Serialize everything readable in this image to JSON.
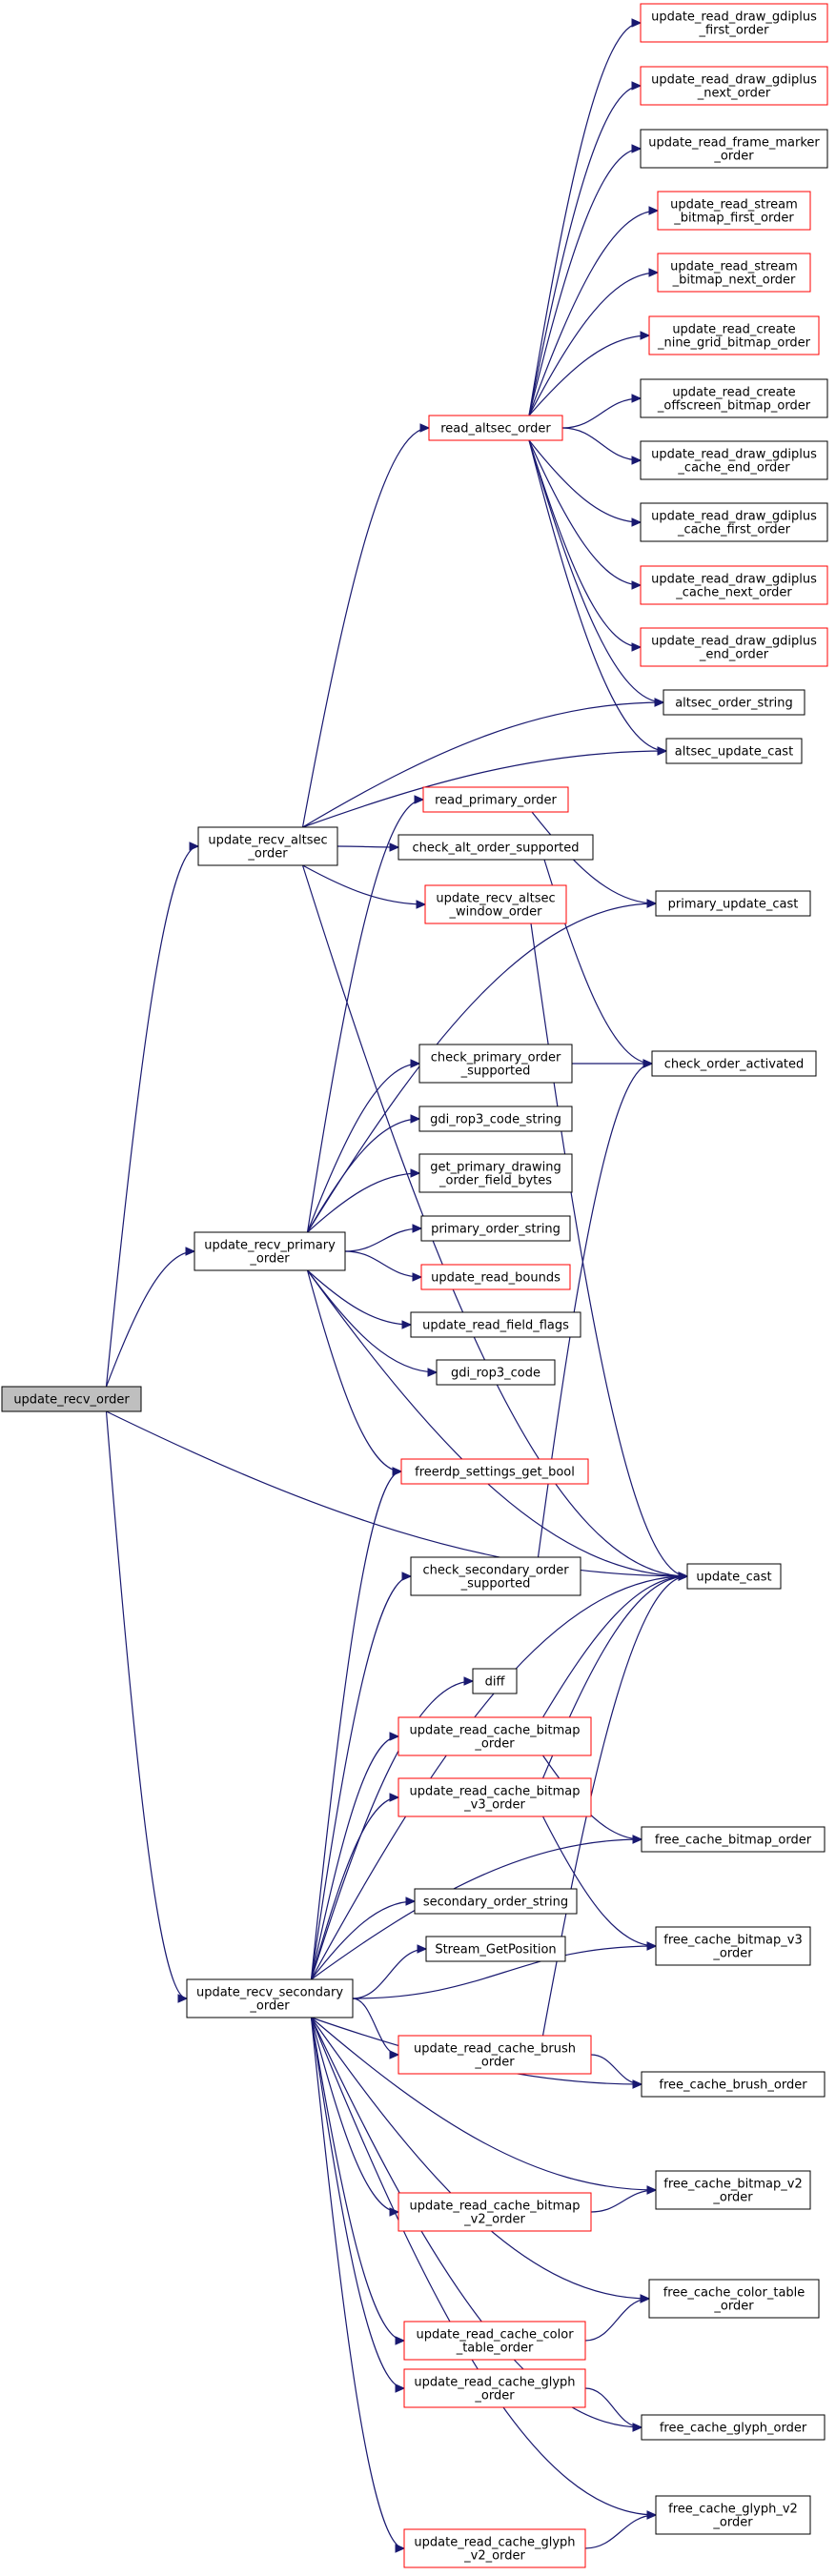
{
  "nodes": [
    {
      "id": "update_recv_order",
      "lines": [
        "update_recv_order"
      ],
      "style": "root"
    },
    {
      "id": "update_recv_altsec_order",
      "lines": [
        "update_recv_altsec",
        "_order"
      ],
      "style": "black"
    },
    {
      "id": "update_recv_primary_order",
      "lines": [
        "update_recv_primary",
        "_order"
      ],
      "style": "black"
    },
    {
      "id": "update_recv_secondary_order",
      "lines": [
        "update_recv_secondary",
        "_order"
      ],
      "style": "black"
    },
    {
      "id": "read_altsec_order",
      "lines": [
        "read_altsec_order"
      ],
      "style": "red"
    },
    {
      "id": "update_read_draw_gdiplus_first_order",
      "lines": [
        "update_read_draw_gdiplus",
        "_first_order"
      ],
      "style": "red"
    },
    {
      "id": "update_read_draw_gdiplus_next_order",
      "lines": [
        "update_read_draw_gdiplus",
        "_next_order"
      ],
      "style": "red"
    },
    {
      "id": "update_read_frame_marker_order",
      "lines": [
        "update_read_frame_marker",
        "_order"
      ],
      "style": "black"
    },
    {
      "id": "update_read_stream_bitmap_first_order",
      "lines": [
        "update_read_stream",
        "_bitmap_first_order"
      ],
      "style": "red"
    },
    {
      "id": "update_read_stream_bitmap_next_order",
      "lines": [
        "update_read_stream",
        "_bitmap_next_order"
      ],
      "style": "red"
    },
    {
      "id": "update_read_create_nine_grid_bitmap_order",
      "lines": [
        "update_read_create",
        "_nine_grid_bitmap_order"
      ],
      "style": "red"
    },
    {
      "id": "update_read_create_offscreen_bitmap_order",
      "lines": [
        "update_read_create",
        "_offscreen_bitmap_order"
      ],
      "style": "black"
    },
    {
      "id": "update_read_draw_gdiplus_cache_end_order",
      "lines": [
        "update_read_draw_gdiplus",
        "_cache_end_order"
      ],
      "style": "black"
    },
    {
      "id": "update_read_draw_gdiplus_cache_first_order",
      "lines": [
        "update_read_draw_gdiplus",
        "_cache_first_order"
      ],
      "style": "black"
    },
    {
      "id": "update_read_draw_gdiplus_cache_next_order",
      "lines": [
        "update_read_draw_gdiplus",
        "_cache_next_order"
      ],
      "style": "red"
    },
    {
      "id": "update_read_draw_gdiplus_end_order",
      "lines": [
        "update_read_draw_gdiplus",
        "_end_order"
      ],
      "style": "red"
    },
    {
      "id": "altsec_order_string",
      "lines": [
        "altsec_order_string"
      ],
      "style": "black"
    },
    {
      "id": "altsec_update_cast",
      "lines": [
        "altsec_update_cast"
      ],
      "style": "black"
    },
    {
      "id": "read_primary_order",
      "lines": [
        "read_primary_order"
      ],
      "style": "red"
    },
    {
      "id": "check_alt_order_supported",
      "lines": [
        "check_alt_order_supported"
      ],
      "style": "black"
    },
    {
      "id": "update_recv_altsec_window_order",
      "lines": [
        "update_recv_altsec",
        "_window_order"
      ],
      "style": "red"
    },
    {
      "id": "primary_update_cast",
      "lines": [
        "primary_update_cast"
      ],
      "style": "black"
    },
    {
      "id": "check_primary_order_supported",
      "lines": [
        "check_primary_order",
        "_supported"
      ],
      "style": "black"
    },
    {
      "id": "check_order_activated",
      "lines": [
        "check_order_activated"
      ],
      "style": "black"
    },
    {
      "id": "gdi_rop3_code_string",
      "lines": [
        "gdi_rop3_code_string"
      ],
      "style": "black"
    },
    {
      "id": "get_primary_drawing_order_field_bytes",
      "lines": [
        "get_primary_drawing",
        "_order_field_bytes"
      ],
      "style": "black"
    },
    {
      "id": "primary_order_string",
      "lines": [
        "primary_order_string"
      ],
      "style": "black"
    },
    {
      "id": "update_read_bounds",
      "lines": [
        "update_read_bounds"
      ],
      "style": "red"
    },
    {
      "id": "update_read_field_flags",
      "lines": [
        "update_read_field_flags"
      ],
      "style": "black"
    },
    {
      "id": "gdi_rop3_code",
      "lines": [
        "gdi_rop3_code"
      ],
      "style": "black"
    },
    {
      "id": "freerdp_settings_get_bool",
      "lines": [
        "freerdp_settings_get_bool"
      ],
      "style": "red"
    },
    {
      "id": "check_secondary_order_supported",
      "lines": [
        "check_secondary_order",
        "_supported"
      ],
      "style": "black"
    },
    {
      "id": "update_cast",
      "lines": [
        "update_cast"
      ],
      "style": "black"
    },
    {
      "id": "diff",
      "lines": [
        "diff"
      ],
      "style": "black"
    },
    {
      "id": "update_read_cache_bitmap_order",
      "lines": [
        "update_read_cache_bitmap",
        "_order"
      ],
      "style": "red"
    },
    {
      "id": "update_read_cache_bitmap_v3_order",
      "lines": [
        "update_read_cache_bitmap",
        "_v3_order"
      ],
      "style": "red"
    },
    {
      "id": "free_cache_bitmap_order",
      "lines": [
        "free_cache_bitmap_order"
      ],
      "style": "black"
    },
    {
      "id": "secondary_order_string",
      "lines": [
        "secondary_order_string"
      ],
      "style": "black"
    },
    {
      "id": "Stream_GetPosition",
      "lines": [
        "Stream_GetPosition"
      ],
      "style": "black"
    },
    {
      "id": "free_cache_bitmap_v3_order",
      "lines": [
        "free_cache_bitmap_v3",
        "_order"
      ],
      "style": "black"
    },
    {
      "id": "update_read_cache_brush_order",
      "lines": [
        "update_read_cache_brush",
        "_order"
      ],
      "style": "red"
    },
    {
      "id": "free_cache_brush_order",
      "lines": [
        "free_cache_brush_order"
      ],
      "style": "black"
    },
    {
      "id": "update_read_cache_bitmap_v2_order",
      "lines": [
        "update_read_cache_bitmap",
        "_v2_order"
      ],
      "style": "red"
    },
    {
      "id": "free_cache_bitmap_v2_order",
      "lines": [
        "free_cache_bitmap_v2",
        "_order"
      ],
      "style": "black"
    },
    {
      "id": "update_read_cache_color_table_order",
      "lines": [
        "update_read_cache_color",
        "_table_order"
      ],
      "style": "red"
    },
    {
      "id": "free_cache_color_table_order",
      "lines": [
        "free_cache_color_table",
        "_order"
      ],
      "style": "black"
    },
    {
      "id": "update_read_cache_glyph_order",
      "lines": [
        "update_read_cache_glyph",
        "_order"
      ],
      "style": "red"
    },
    {
      "id": "free_cache_glyph_order",
      "lines": [
        "free_cache_glyph_order"
      ],
      "style": "black"
    },
    {
      "id": "free_cache_glyph_v2_order",
      "lines": [
        "free_cache_glyph_v2",
        "_order"
      ],
      "style": "black"
    },
    {
      "id": "update_read_cache_glyph_v2_order",
      "lines": [
        "update_read_cache_glyph",
        "_v2_order"
      ],
      "style": "red"
    }
  ],
  "edges": [
    [
      "update_recv_order",
      "update_recv_altsec_order"
    ],
    [
      "update_recv_order",
      "update_recv_primary_order"
    ],
    [
      "update_recv_order",
      "update_recv_secondary_order"
    ],
    [
      "update_recv_order",
      "update_cast"
    ],
    [
      "update_recv_altsec_order",
      "read_altsec_order"
    ],
    [
      "update_recv_altsec_order",
      "altsec_order_string"
    ],
    [
      "update_recv_altsec_order",
      "altsec_update_cast"
    ],
    [
      "update_recv_altsec_order",
      "check_alt_order_supported"
    ],
    [
      "update_recv_altsec_order",
      "update_recv_altsec_window_order"
    ],
    [
      "update_recv_altsec_order",
      "update_cast"
    ],
    [
      "read_altsec_order",
      "update_read_draw_gdiplus_first_order"
    ],
    [
      "read_altsec_order",
      "update_read_draw_gdiplus_next_order"
    ],
    [
      "read_altsec_order",
      "update_read_frame_marker_order"
    ],
    [
      "read_altsec_order",
      "update_read_stream_bitmap_first_order"
    ],
    [
      "read_altsec_order",
      "update_read_stream_bitmap_next_order"
    ],
    [
      "read_altsec_order",
      "update_read_create_nine_grid_bitmap_order"
    ],
    [
      "read_altsec_order",
      "update_read_create_offscreen_bitmap_order"
    ],
    [
      "read_altsec_order",
      "update_read_draw_gdiplus_cache_end_order"
    ],
    [
      "read_altsec_order",
      "update_read_draw_gdiplus_cache_first_order"
    ],
    [
      "read_altsec_order",
      "update_read_draw_gdiplus_cache_next_order"
    ],
    [
      "read_altsec_order",
      "update_read_draw_gdiplus_end_order"
    ],
    [
      "read_altsec_order",
      "altsec_order_string"
    ],
    [
      "read_altsec_order",
      "altsec_update_cast"
    ],
    [
      "read_primary_order",
      "primary_update_cast"
    ],
    [
      "check_alt_order_supported",
      "check_order_activated"
    ],
    [
      "update_recv_altsec_window_order",
      "update_cast"
    ],
    [
      "update_recv_primary_order",
      "read_primary_order"
    ],
    [
      "update_recv_primary_order",
      "primary_update_cast"
    ],
    [
      "update_recv_primary_order",
      "check_primary_order_supported"
    ],
    [
      "update_recv_primary_order",
      "gdi_rop3_code_string"
    ],
    [
      "update_recv_primary_order",
      "get_primary_drawing_order_field_bytes"
    ],
    [
      "update_recv_primary_order",
      "primary_order_string"
    ],
    [
      "update_recv_primary_order",
      "update_read_bounds"
    ],
    [
      "update_recv_primary_order",
      "update_read_field_flags"
    ],
    [
      "update_recv_primary_order",
      "gdi_rop3_code"
    ],
    [
      "update_recv_primary_order",
      "freerdp_settings_get_bool"
    ],
    [
      "update_recv_primary_order",
      "update_cast"
    ],
    [
      "check_primary_order_supported",
      "check_order_activated"
    ],
    [
      "check_secondary_order_supported",
      "check_order_activated"
    ],
    [
      "update_recv_secondary_order",
      "freerdp_settings_get_bool"
    ],
    [
      "update_recv_secondary_order",
      "check_secondary_order_supported"
    ],
    [
      "update_recv_secondary_order",
      "update_cast"
    ],
    [
      "update_recv_secondary_order",
      "diff"
    ],
    [
      "update_recv_secondary_order",
      "update_read_cache_bitmap_order"
    ],
    [
      "update_recv_secondary_order",
      "update_read_cache_bitmap_v3_order"
    ],
    [
      "update_recv_secondary_order",
      "secondary_order_string"
    ],
    [
      "update_recv_secondary_order",
      "Stream_GetPosition"
    ],
    [
      "update_recv_secondary_order",
      "free_cache_bitmap_order"
    ],
    [
      "update_recv_secondary_order",
      "free_cache_bitmap_v3_order"
    ],
    [
      "update_recv_secondary_order",
      "update_read_cache_brush_order"
    ],
    [
      "update_recv_secondary_order",
      "free_cache_brush_order"
    ],
    [
      "update_recv_secondary_order",
      "update_read_cache_bitmap_v2_order"
    ],
    [
      "update_recv_secondary_order",
      "free_cache_bitmap_v2_order"
    ],
    [
      "update_recv_secondary_order",
      "update_read_cache_color_table_order"
    ],
    [
      "update_recv_secondary_order",
      "free_cache_color_table_order"
    ],
    [
      "update_recv_secondary_order",
      "update_read_cache_glyph_order"
    ],
    [
      "update_recv_secondary_order",
      "free_cache_glyph_order"
    ],
    [
      "update_recv_secondary_order",
      "free_cache_glyph_v2_order"
    ],
    [
      "update_recv_secondary_order",
      "update_read_cache_glyph_v2_order"
    ],
    [
      "update_read_cache_bitmap_order",
      "update_cast"
    ],
    [
      "update_read_cache_bitmap_order",
      "free_cache_bitmap_order"
    ],
    [
      "update_read_cache_bitmap_v3_order",
      "update_cast"
    ],
    [
      "update_read_cache_bitmap_v3_order",
      "free_cache_bitmap_v3_order"
    ],
    [
      "update_read_cache_brush_order",
      "update_cast"
    ],
    [
      "update_read_cache_brush_order",
      "free_cache_brush_order"
    ],
    [
      "update_read_cache_bitmap_v2_order",
      "free_cache_bitmap_v2_order"
    ],
    [
      "update_read_cache_color_table_order",
      "free_cache_color_table_order"
    ],
    [
      "update_read_cache_glyph_order",
      "free_cache_glyph_order"
    ],
    [
      "update_read_cache_glyph_v2_order",
      "free_cache_glyph_v2_order"
    ]
  ],
  "colors": {
    "edge": "#191970",
    "red_border": "#ff0000",
    "black_border": "#000000",
    "root_fill": "#bfbfbf"
  }
}
